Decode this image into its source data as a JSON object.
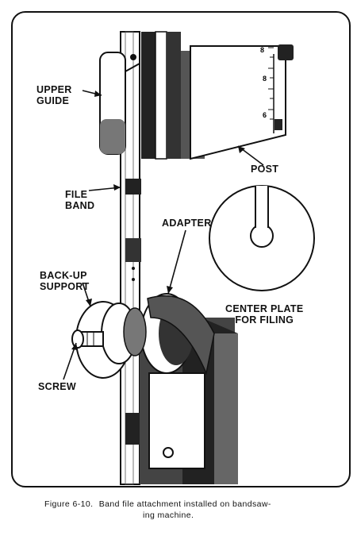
{
  "labels": {
    "upper_guide": "UPPER\nGUIDE",
    "file_band": "FILE\nBAND",
    "back_up_support": "BACK-UP\nSUPPORT",
    "screw": "SCREW",
    "post": "POST",
    "adapter": "ADAPTER",
    "center_plate": "CENTER PLATE\nFOR FILING"
  },
  "ruler_marks": [
    "8",
    "8",
    "6"
  ],
  "caption": {
    "figure_number": "Figure 6-10.",
    "line1": "Band file attachment installed on bandsaw-",
    "line2": "ing machine."
  }
}
